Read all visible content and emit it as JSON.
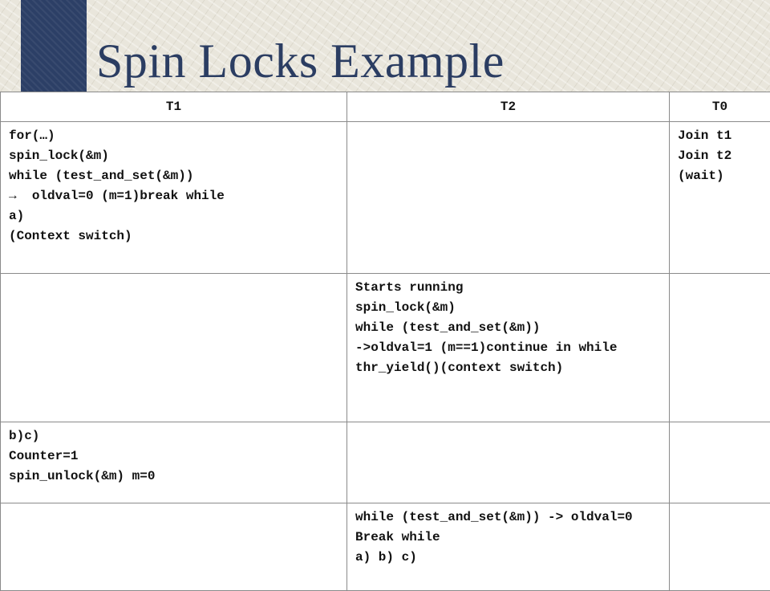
{
  "slide": {
    "title": "Spin Locks Example"
  },
  "table": {
    "headers": [
      "T1",
      "T2",
      "T0"
    ],
    "rows": [
      {
        "t1": [
          "for(…)",
          "spin_lock(&m)",
          "while (test_and_set(&m))",
          "  oldval=0 (m=1)break while",
          "a)",
          "(Context switch)"
        ],
        "t2": [],
        "t0": [
          "Join t1",
          "Join t2",
          "(wait)"
        ]
      },
      {
        "t1": [],
        "t2": [
          "Starts running",
          "spin_lock(&m)",
          "while (test_and_set(&m))",
          "->oldval=1 (m==1)continue in while",
          "thr_yield()(context switch)"
        ],
        "t0": []
      },
      {
        "t1": [
          "b)c)",
          "Counter=1",
          "spin_unlock(&m) m=0"
        ],
        "t2": [],
        "t0": []
      },
      {
        "t1": [],
        "t2": [
          "while (test_and_set(&m)) -> oldval=0",
          "Break while",
          "a) b) c)"
        ],
        "t0": []
      }
    ]
  }
}
